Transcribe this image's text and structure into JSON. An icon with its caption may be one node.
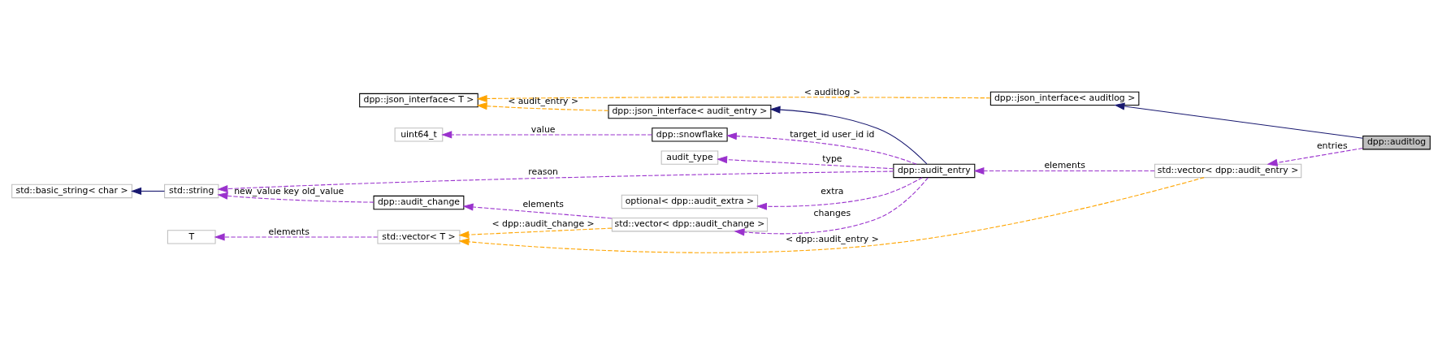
{
  "diagram": {
    "nodes": [
      {
        "text": [
          "dpp::auditlog"
        ]
      },
      {
        "text": [
          "dpp::json_interface< auditlog >"
        ]
      },
      {
        "text": [
          "dpp::json_interface< T >"
        ]
      },
      {
        "text": [
          "dpp::json_interface< audit_entry >"
        ]
      },
      {
        "text": [
          "std::vector< dpp::audit_entry >"
        ]
      },
      {
        "text": [
          "dpp::audit_entry"
        ]
      },
      {
        "text": [
          "dpp::snowflake"
        ]
      },
      {
        "text": [
          "uint64_t"
        ]
      },
      {
        "text": [
          "audit_type"
        ]
      },
      {
        "text": [
          "std::string"
        ]
      },
      {
        "text": [
          "std::basic_string< char >"
        ]
      },
      {
        "text": [
          "optional< dpp::audit_extra >"
        ]
      },
      {
        "text": [
          "dpp::audit_change"
        ]
      },
      {
        "text": [
          "std::vector< dpp::audit_change >"
        ]
      },
      {
        "text": [
          "std::vector< T >"
        ]
      },
      {
        "text": [
          "T"
        ]
      }
    ],
    "edges": [
      {
        "from": 0,
        "to": 1,
        "arrow": "to",
        "color": "#191970"
      },
      {
        "from": 1,
        "to": 2,
        "arrow": "to",
        "label": "< auditlog >",
        "style": "dashed",
        "color": "#ffa500"
      },
      {
        "from": 3,
        "to": 2,
        "arrow": "to",
        "label": "< audit_entry >",
        "style": "dashed",
        "color": "#ffa500"
      },
      {
        "from": 0,
        "to": 4,
        "arrow": "to",
        "label": "entries",
        "style": "dashed",
        "color": "#9a32cd"
      },
      {
        "from": 4,
        "to": 5,
        "arrow": "to",
        "label": "elements",
        "style": "dashed",
        "color": "#9a32cd"
      },
      {
        "from": 4,
        "to": 14,
        "arrow": "to",
        "label": "< dpp::audit_entry >",
        "style": "dashed",
        "color": "#ffa500"
      },
      {
        "from": 5,
        "to": 3,
        "arrow": "to",
        "color": "#191970"
      },
      {
        "from": 5,
        "to": 6,
        "arrow": "to",
        "label": "target_id user_id id",
        "style": "dashed",
        "color": "#9a32cd"
      },
      {
        "from": 6,
        "to": 7,
        "arrow": "to",
        "label": "value",
        "style": "dashed",
        "color": "#9a32cd"
      },
      {
        "from": 5,
        "to": 8,
        "arrow": "to",
        "label": "type",
        "style": "dashed",
        "color": "#9a32cd"
      },
      {
        "from": 5,
        "to": 9,
        "arrow": "to",
        "label": "reason",
        "style": "dashed",
        "color": "#9a32cd"
      },
      {
        "from": 5,
        "to": 11,
        "arrow": "to",
        "label": "extra",
        "style": "dashed",
        "color": "#9a32cd"
      },
      {
        "from": 5,
        "to": 13,
        "arrow": "to",
        "label": "changes",
        "style": "dashed",
        "color": "#9a32cd"
      },
      {
        "from": 9,
        "to": 10,
        "arrow": "to",
        "color": "#191970"
      },
      {
        "from": 12,
        "to": 9,
        "arrow": "to",
        "label": "new_value key old_value",
        "style": "dashed",
        "color": "#9a32cd"
      },
      {
        "from": 13,
        "to": 12,
        "arrow": "to",
        "label": "elements",
        "style": "dashed",
        "color": "#9a32cd"
      },
      {
        "from": 13,
        "to": 14,
        "arrow": "to",
        "label": "< dpp::audit_change >",
        "style": "dashed",
        "color": "#ffa500"
      },
      {
        "from": 14,
        "to": 15,
        "arrow": "to",
        "label": "elements",
        "style": "dashed",
        "color": "#9a32cd"
      }
    ]
  }
}
